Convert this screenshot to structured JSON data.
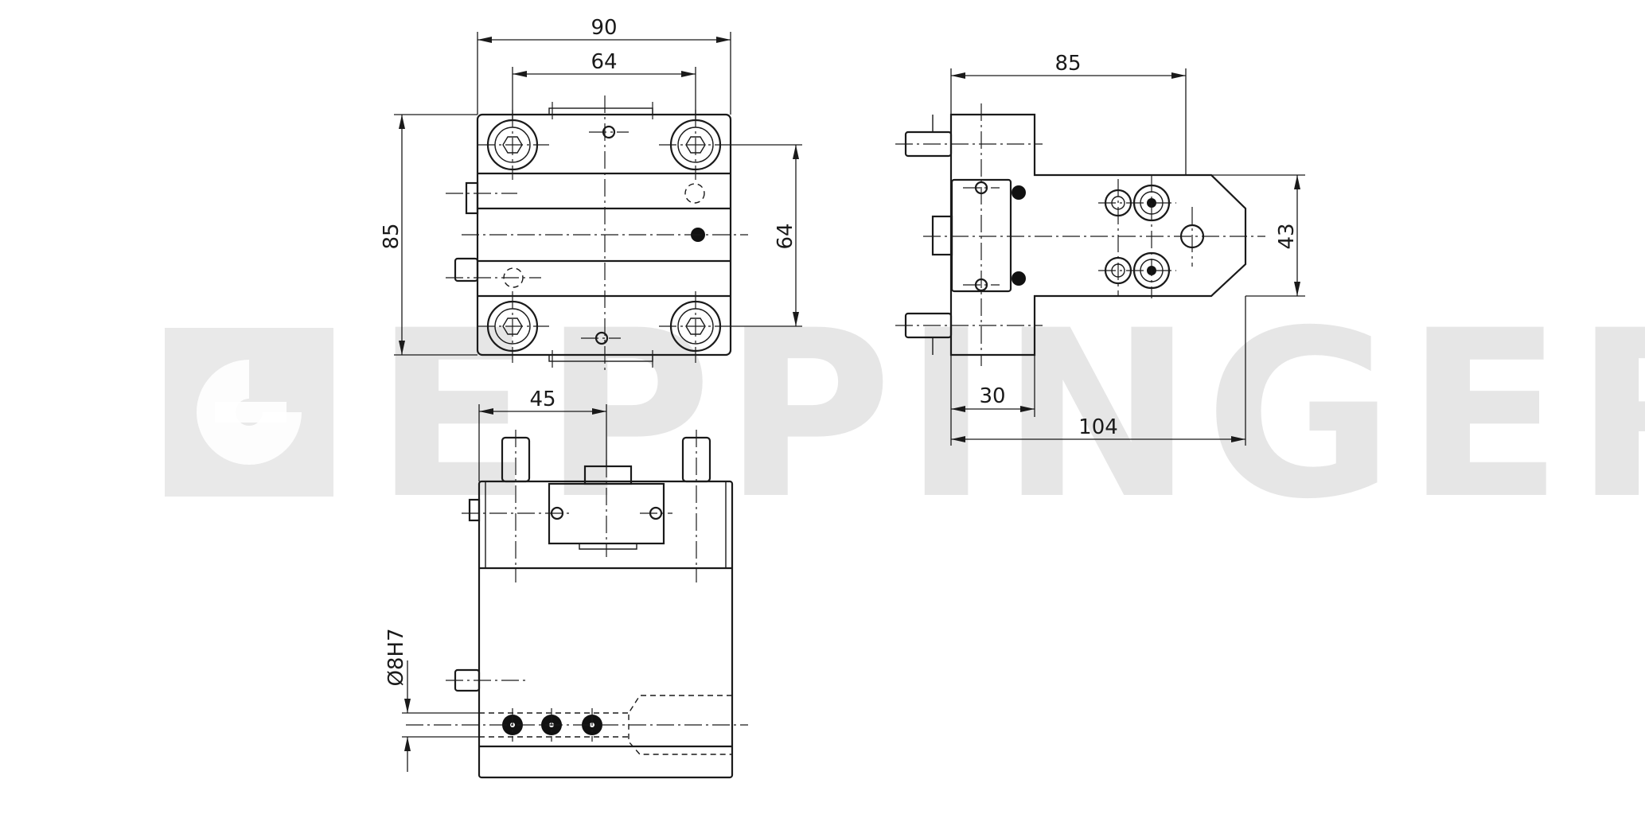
{
  "watermark": {
    "brand": "EPPINGER"
  },
  "front_view": {
    "width_label": "90",
    "bolt_spacing_label": "64",
    "height_label": "85",
    "inner_height_label": "64"
  },
  "side_view": {
    "length_label": "85",
    "shank_label": "30",
    "total_label": "104",
    "tool_height_label": "43"
  },
  "bottom_view": {
    "offset_label": "45",
    "bore_label": "Ø8H7"
  }
}
